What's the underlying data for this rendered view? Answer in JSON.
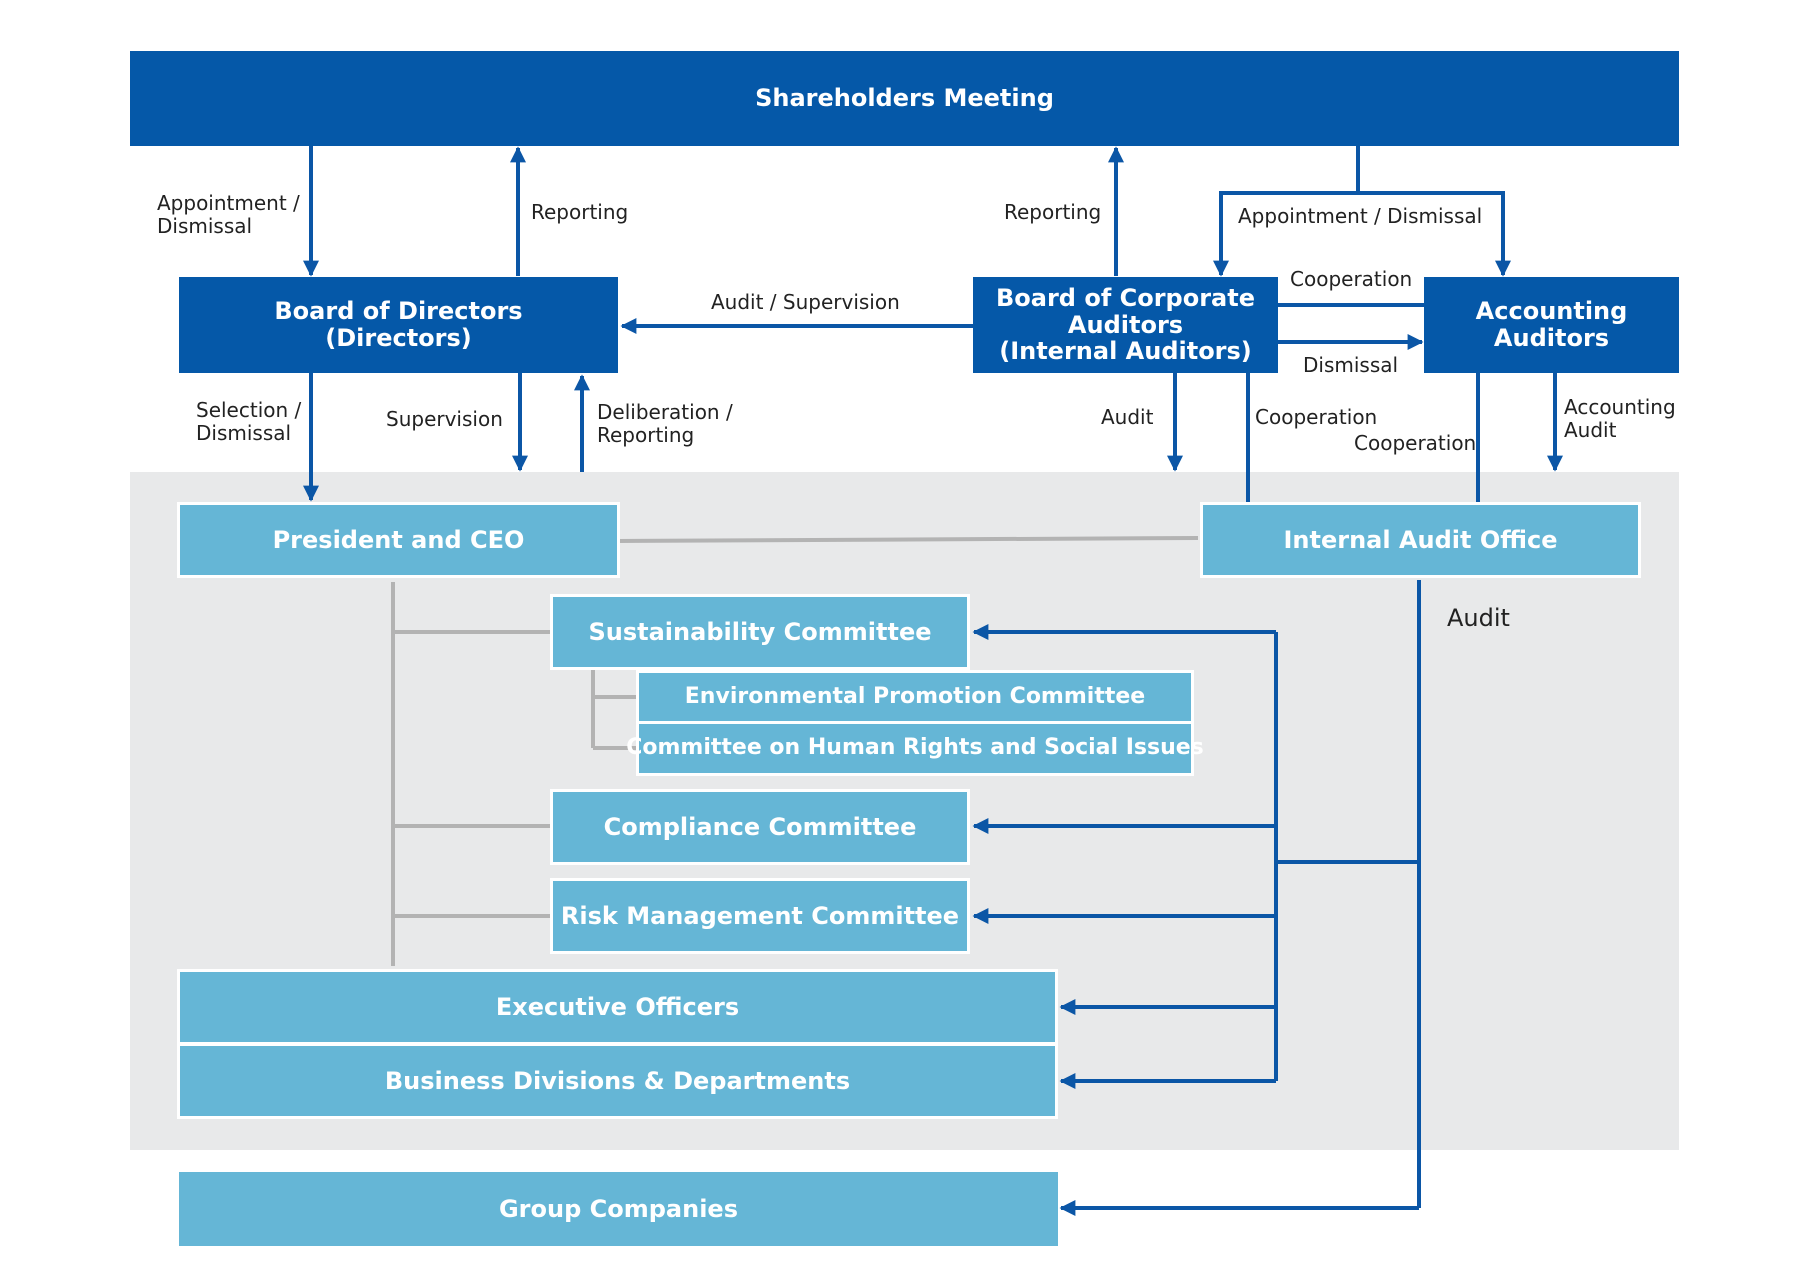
{
  "boxes": {
    "shareholders": "Shareholders Meeting",
    "board_directors": [
      "Board of Directors",
      "(Directors)"
    ],
    "board_auditors": [
      "Board of Corporate",
      "Auditors",
      "(Internal Auditors)"
    ],
    "accounting_auditors": [
      "Accounting",
      "Auditors"
    ],
    "president": "President and CEO",
    "internal_audit": "Internal Audit Office",
    "sustainability": "Sustainability Committee",
    "environmental": "Environmental Promotion Committee",
    "human_rights": "Committee on Human Rights and Social Issues",
    "compliance": "Compliance Committee",
    "risk": "Risk Management Committee",
    "executive": "Executive Officers",
    "business": "Business Divisions & Departments",
    "group": "Group Companies"
  },
  "labels": {
    "appoint_left": [
      "Appointment /",
      "Dismissal"
    ],
    "reporting_left": "Reporting",
    "reporting_right": "Reporting",
    "appoint_right": "Appointment / Dismissal",
    "audit_supervision": "Audit / Supervision",
    "cooperation_top": "Cooperation",
    "dismissal": "Dismissal",
    "selection": [
      "Selection /",
      "Dismissal"
    ],
    "supervision": "Supervision",
    "deliberation": [
      "Deliberation /",
      "Reporting"
    ],
    "audit_mid": "Audit",
    "cooperation_mid": "Cooperation",
    "cooperation_low": "Cooperation",
    "accounting_audit": [
      "Accounting",
      "Audit"
    ],
    "audit_office": "Audit"
  },
  "colors": {
    "dark_blue": "#0558a8",
    "light_blue": "#65b6d6",
    "grey_zone": "#e8e9ea",
    "connector_grey": "#b3b3b3",
    "arrow_blue": "#0b56a6"
  }
}
